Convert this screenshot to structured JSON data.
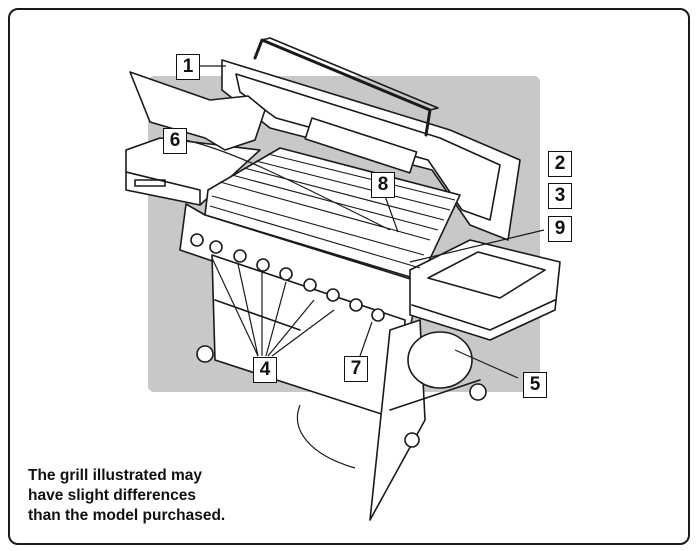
{
  "callouts": {
    "c1": "1",
    "c2": "2",
    "c3": "3",
    "c4": "4",
    "c5": "5",
    "c6": "6",
    "c7": "7",
    "c8": "8",
    "c9": "9"
  },
  "note": {
    "line1": "The grill illustrated may",
    "line2": "have slight differences",
    "line3": "than the model purchased."
  },
  "colors": {
    "backdrop": "#c8c8c8",
    "line": "#1a1a1a",
    "fill": "#ffffff"
  }
}
